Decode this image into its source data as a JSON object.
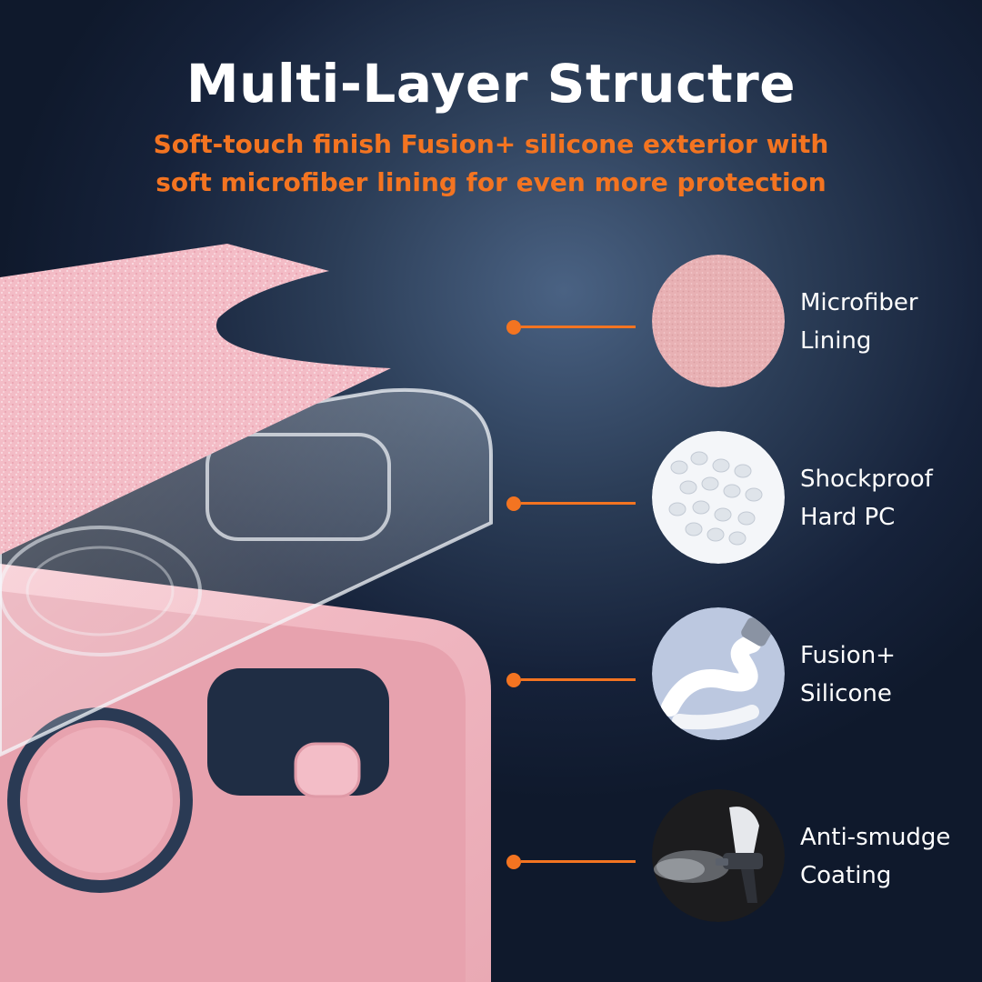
{
  "header": {
    "title": "Multi-Layer Structre",
    "subtitle_line1": "Soft-touch finish Fusion+ silicone exterior with",
    "subtitle_line2": "soft microfiber lining for even more protection"
  },
  "colors": {
    "accent": "#f37421",
    "background_dark": "#0f192c",
    "background_light": "#4a6283",
    "case_pink": "#f2b6c0",
    "text": "#ffffff"
  },
  "features": [
    {
      "line1": "Microfiber",
      "line2": "Lining",
      "icon": "microfiber-swatch"
    },
    {
      "line1": "Shockproof",
      "line2": "Hard PC",
      "icon": "pc-pellets"
    },
    {
      "line1": "Fusion+",
      "line2": "Silicone",
      "icon": "silicone-paste"
    },
    {
      "line1": "Anti-smudge",
      "line2": "Coating",
      "icon": "spray-gun"
    }
  ]
}
